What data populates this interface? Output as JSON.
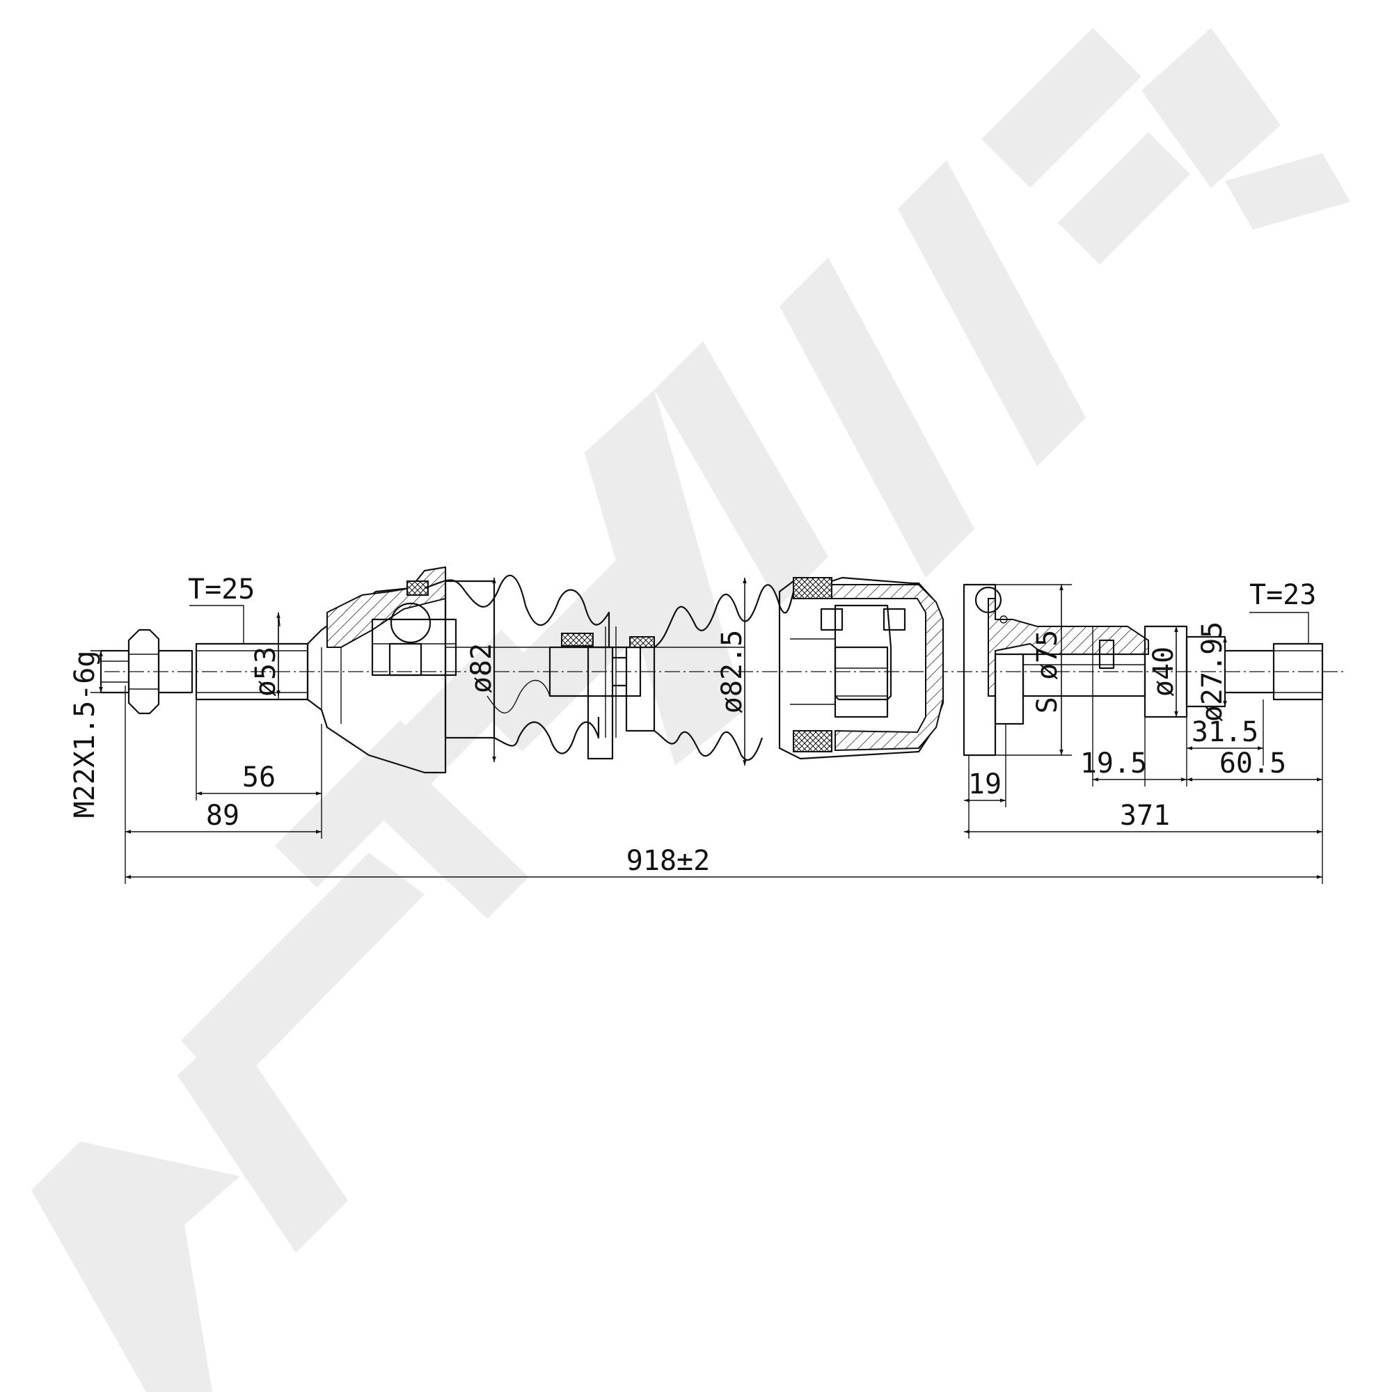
{
  "watermark": {
    "text": "ZENEK",
    "color": "#ececec"
  },
  "dimensions": {
    "thread": "M22X1.5-6g",
    "spline_outer": "T=25",
    "spline_inner": "T=23",
    "dia_53": "ø53",
    "dia_82": "ø82",
    "dia_82_5": "ø82.5",
    "dia_s75": "S ø75",
    "dia_40": "ø40",
    "dia_27_95": "ø27.95",
    "len_56": "56",
    "len_89": "89",
    "len_19": "19",
    "len_19_5": "19.5",
    "len_31_5": "31.5",
    "len_60_5": "60.5",
    "len_371": "371",
    "len_total": "918±2"
  }
}
